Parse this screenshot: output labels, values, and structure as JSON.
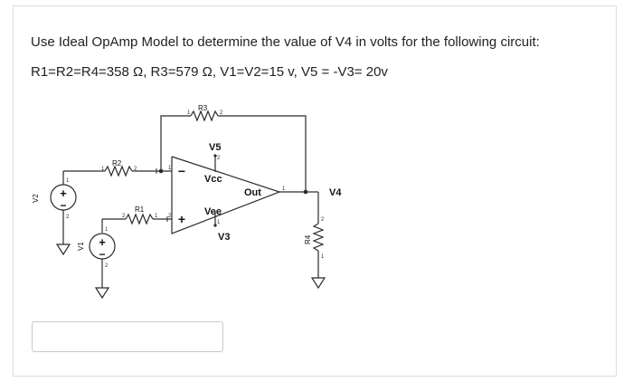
{
  "question": {
    "line1": "Use Ideal OpAmp Model to determine the value of V4 in volts for the following circuit:",
    "line2": "R1=R2=R4=358 Ω, R3=579 Ω, V1=V2=15 v,  V5 = -V3= 20v"
  },
  "circuit": {
    "r3": "R3",
    "r2": "R2",
    "r1": "R1",
    "r4": "R4",
    "v5": "V5",
    "v3": "V3",
    "v4": "V4",
    "v2": "V2",
    "v1": "V1",
    "vcc": "Vcc",
    "vee": "Vee",
    "out": "Out",
    "minus": "−",
    "plus": "+",
    "pin1": "1",
    "pin2": "2"
  },
  "answer": {
    "value": "",
    "placeholder": ""
  }
}
